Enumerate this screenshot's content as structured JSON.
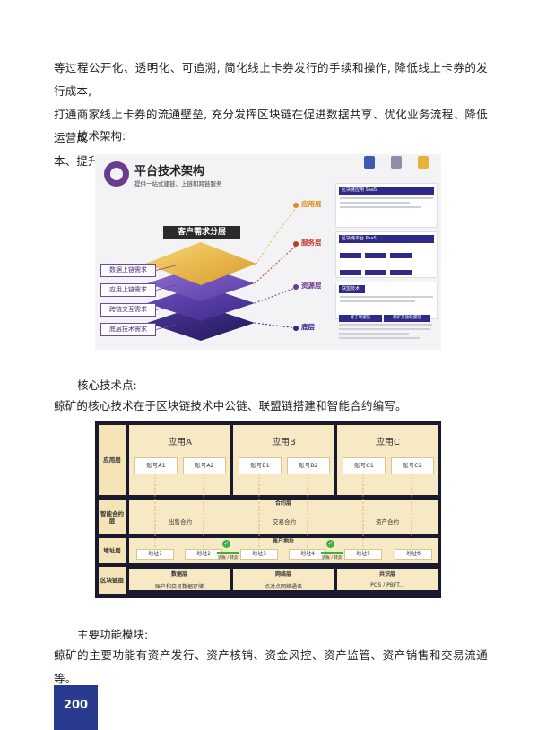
{
  "paragraph1": {
    "lines": [
      "等过程公开化、透明化、可追溯, 简化线上卡券发行的手续和操作, 降低线上卡券的发行成本,",
      "打通商家线上卡券的流通壁垒, 充分发挥区块链在促进数据共享、优化业务流程、降低运营成",
      "本、提升协同监管效率、建设可信体系等方面的作用。"
    ]
  },
  "heading_arch": "技术架构:",
  "figure_arch": {
    "title": "平台技术架构",
    "subtitle": "提供一站式建链、上链和跨链服务",
    "demand_label": "客户需求分层",
    "demand_items": [
      "数据上链需求",
      "应用上链需求",
      "跨链交互需求",
      "底层技术需求"
    ],
    "layers": [
      {
        "name": "应用层",
        "color": "#e08a1e"
      },
      {
        "name": "服务层",
        "color": "#c0392b"
      },
      {
        "name": "资源层",
        "color": "#6a3d8c"
      },
      {
        "name": "底层",
        "color": "#2f2a86"
      }
    ],
    "panel_labels": {
      "saas": "区块链应用 SaaS",
      "paas": "区块链平台 PaaS",
      "tech": "联盟技术",
      "bottom_left": "等于联盟链",
      "bottom_right": "鲸矿开放联盟链"
    },
    "colors": {
      "accent": "#2f2a86",
      "purple": "#6a3d8c",
      "gold": "#e6b33c"
    }
  },
  "heading_core": "核心技术点:",
  "paragraph_core": "鲸矿的核心技术在于区块链技术中公链、联盟链搭建和智能合约编写。",
  "figure_core": {
    "side_labels": [
      "应用层",
      "智能合约层",
      "地址层",
      "区块链层"
    ],
    "apps": [
      {
        "title": "应用A",
        "accounts": [
          "账号A1",
          "账号A2"
        ]
      },
      {
        "title": "应用B",
        "accounts": [
          "账号B1",
          "账号B2"
        ]
      },
      {
        "title": "应用C",
        "accounts": [
          "账号C1",
          "账号C2"
        ]
      }
    ],
    "contract_band": {
      "title": "合约层",
      "cells": [
        "出售合约",
        "交易合约",
        "资产合约"
      ]
    },
    "address_band": {
      "title": "账户地址",
      "addresses": [
        "地址1",
        "地址2",
        "地址3",
        "地址4",
        "地址5",
        "地址6"
      ],
      "transfer_label": "转账 / 转卖"
    },
    "chain_band": [
      {
        "head": "数据层",
        "body": "账户和交易数据存储"
      },
      {
        "head": "网络层",
        "body": "点对点网络通讯"
      },
      {
        "head": "共识层",
        "body": "POS / PBFT..."
      }
    ],
    "colors": {
      "background": "#1a1a2e",
      "panel": "#f6e9c4",
      "check": "#3cb043"
    }
  },
  "heading_modules": "主要功能模块:",
  "paragraph_modules": "鲸矿的主要功能有资产发行、资产核销、资金风控、资产监管、资产销售和交易流通等。",
  "page_number": "200"
}
